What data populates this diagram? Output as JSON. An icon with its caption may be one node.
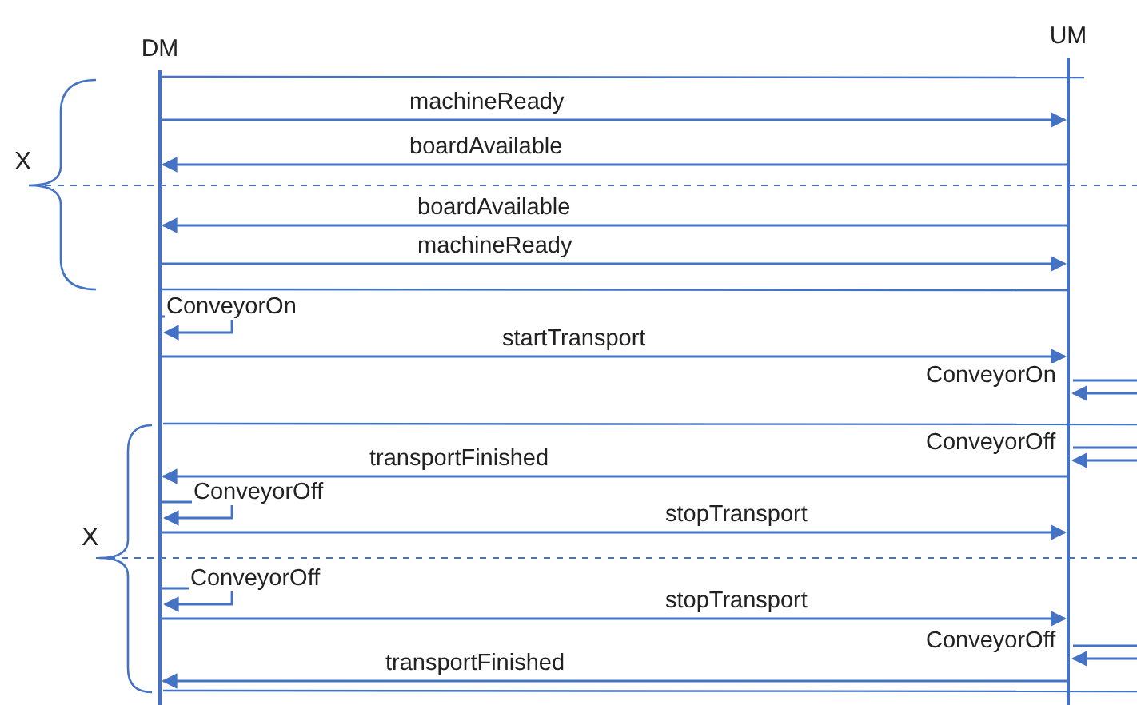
{
  "diagram": {
    "nodes": [
      {
        "text": [
          "DM"
        ]
      },
      {
        "text": [
          "UM"
        ]
      }
    ],
    "edges": [
      {
        "from": 0,
        "to": 1,
        "arrow": "to",
        "label": "machineReady"
      },
      {
        "from": 1,
        "to": 0,
        "arrow": "to",
        "label": "boardAvailable"
      },
      {
        "from": 1,
        "to": 0,
        "arrow": "to",
        "label": "boardAvailable"
      },
      {
        "from": 0,
        "to": 1,
        "arrow": "to",
        "label": "machineReady"
      },
      {
        "from": 0,
        "to": 0,
        "arrow": "to",
        "label": "ConveyorOn"
      },
      {
        "from": 0,
        "to": 1,
        "arrow": "to",
        "label": "startTransport"
      },
      {
        "from": null,
        "to": 1,
        "arrow": "to",
        "label": "ConveyorOn"
      },
      {
        "from": null,
        "to": 1,
        "arrow": "to",
        "label": "ConveyorOff"
      },
      {
        "from": 1,
        "to": 0,
        "arrow": "to",
        "label": "transportFinished"
      },
      {
        "from": 0,
        "to": 0,
        "arrow": "to",
        "label": "ConveyorOff"
      },
      {
        "from": 0,
        "to": 1,
        "arrow": "to",
        "label": "stopTransport"
      },
      {
        "from": 0,
        "to": 0,
        "arrow": "to",
        "label": "ConveyorOff"
      },
      {
        "from": 0,
        "to": 1,
        "arrow": "to",
        "label": "stopTransport"
      },
      {
        "from": null,
        "to": 1,
        "arrow": "to",
        "label": "ConveyorOff"
      },
      {
        "from": 1,
        "to": 0,
        "arrow": "to",
        "label": "transportFinished"
      }
    ],
    "labels": [
      "X",
      "X"
    ]
  }
}
